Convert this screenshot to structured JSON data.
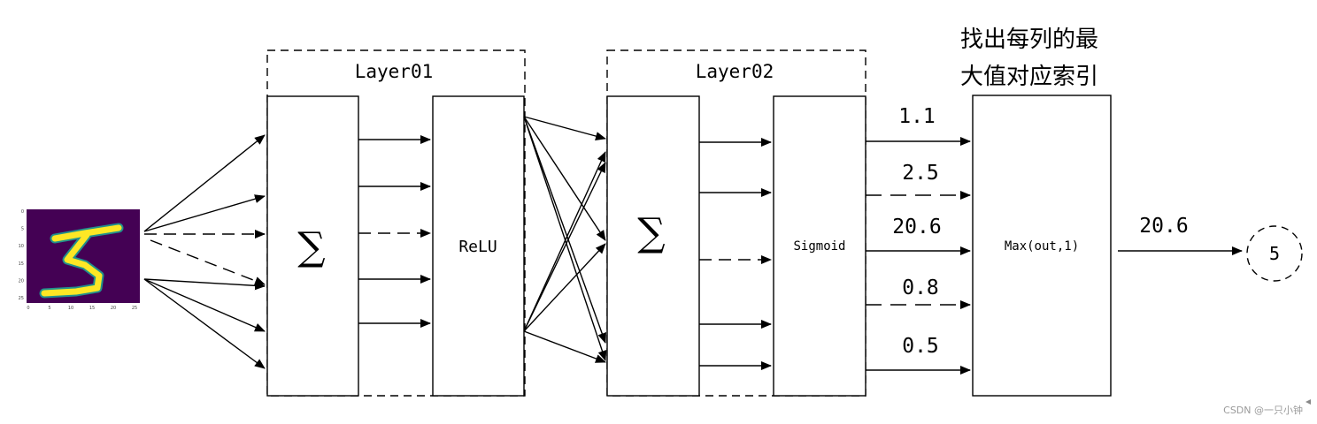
{
  "layer1_title": "Layer01",
  "layer2_title": "Layer02",
  "sum_symbol": "∑",
  "relu_label": "ReLU",
  "sigmoid_label": "Sigmoid",
  "max_label": "Max(out,1)",
  "annotation_lines": [
    "找出每列的最",
    "大值对应索引"
  ],
  "outputs": [
    "1.1",
    "2.5",
    "20.6",
    "0.8",
    "0.5"
  ],
  "max_value": "20.6",
  "prediction": "5",
  "input_image": {
    "x_ticks": [
      "0",
      "5",
      "10",
      "15",
      "20",
      "25"
    ],
    "y_ticks": [
      "0",
      "5",
      "10",
      "15",
      "20",
      "25"
    ],
    "colors": {
      "background": "#440154",
      "stroke": "#fde725",
      "edge": "#21918c"
    }
  },
  "watermark": "CSDN @一只小钟"
}
